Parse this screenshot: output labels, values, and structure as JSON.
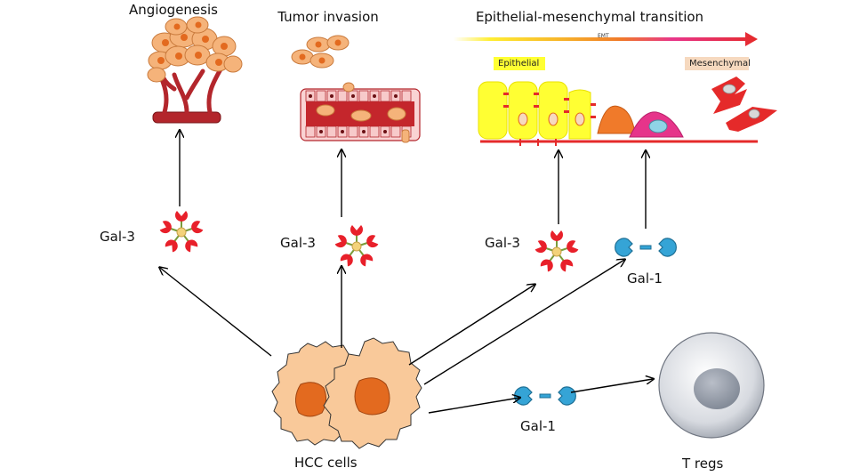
{
  "titles": {
    "angiogenesis": "Angiogenesis",
    "tumor_invasion": "Tumor invasion",
    "emt": "Epithelial-mesenchymal transition"
  },
  "emt_bar": {
    "epithelial": "Epithelial",
    "mesenchymal": "Mesenchymal",
    "center_tag": "EMT"
  },
  "labels": {
    "gal3_left": "Gal-3",
    "gal3_mid": "Gal-3",
    "gal3_right": "Gal-3",
    "gal1_upper": "Gal-1",
    "gal1_lower": "Gal-1",
    "hcc": "HCC cells",
    "tregs": "T regs"
  },
  "colors": {
    "gal3_red": "#e8202a",
    "gal3_core": "#f3d27a",
    "gal1_blue": "#35a4d6",
    "hcc_fill": "#f9c99a",
    "hcc_nucleus": "#e36a1f",
    "vessel_red": "#b3262c",
    "epithelial_yellow": "#ffff33",
    "mesenchymal_red": "#e52a2a"
  }
}
